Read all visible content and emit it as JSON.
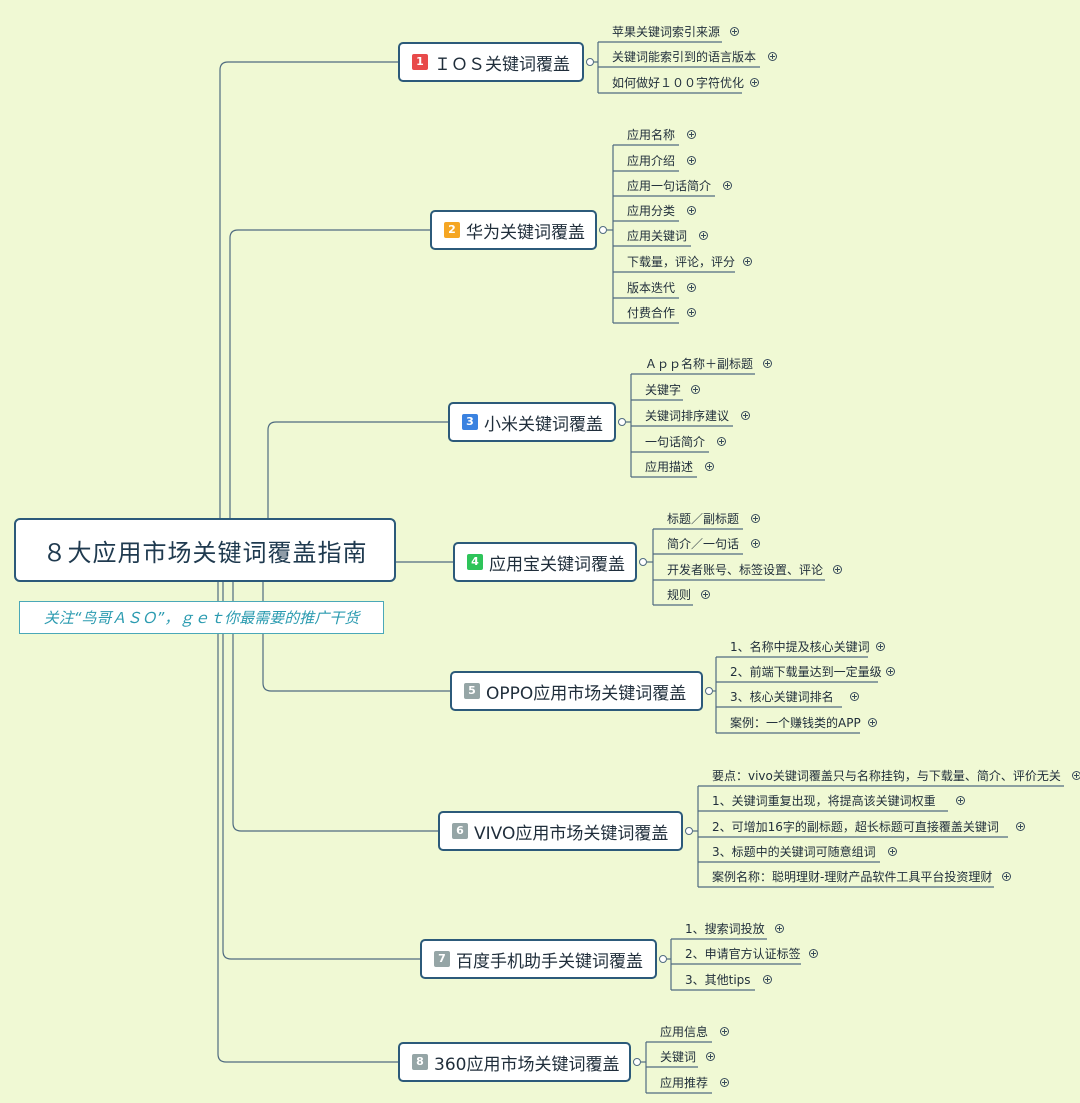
{
  "central_topic": "８大应用市场关键词覆盖指南",
  "subtitle": "关注“鸟哥ＡＳＯ”，ｇｅｔ你最需要的推广干货",
  "colors": {
    "background": "#f0f9d4",
    "line": "#4f6b80",
    "badges": [
      "#e84a4a",
      "#f5a623",
      "#3a82e0",
      "#2ec45a",
      "#95a5a6",
      "#95a5a6",
      "#95a5a6",
      "#95a5a6"
    ]
  },
  "branches": [
    {
      "number": "1",
      "title": "ＩＯＳ关键词覆盖",
      "leaves": [
        "苹果关键词索引来源",
        "关键词能索引到的语言版本",
        "如何做好１００字符优化"
      ]
    },
    {
      "number": "2",
      "title": "华为关键词覆盖",
      "leaves": [
        "应用名称",
        "应用介绍",
        "应用一句话简介",
        "应用分类",
        "应用关键词",
        "下载量，评论，评分",
        "版本迭代",
        "付费合作"
      ]
    },
    {
      "number": "3",
      "title": "小米关键词覆盖",
      "leaves": [
        "Ａｐｐ名称＋副标题",
        "关键字",
        "关键词排序建议",
        "一句话简介",
        "应用描述"
      ]
    },
    {
      "number": "4",
      "title": "应用宝关键词覆盖",
      "leaves": [
        "标题／副标题",
        "简介／一句话",
        "开发者账号、标签设置、评论",
        "规则"
      ]
    },
    {
      "number": "5",
      "title": "OPPO应用市场关键词覆盖",
      "leaves": [
        "1、名称中提及核心关键词",
        "2、前端下载量达到一定量级",
        "3、核心关键词排名",
        "案例：一个赚钱类的APP"
      ]
    },
    {
      "number": "6",
      "title": "VIVO应用市场关键词覆盖",
      "leaves": [
        "要点：vivo关键词覆盖只与名称挂钩，与下载量、简介、评价无关",
        "1、关键词重复出现，将提高该关键词权重",
        "2、可增加16字的副标题，超长标题可直接覆盖关键词",
        "3、标题中的关键词可随意组词",
        "案例名称：聪明理财-理财产品软件工具平台投资理财"
      ]
    },
    {
      "number": "7",
      "title": "百度手机助手关键词覆盖",
      "leaves": [
        "1、搜索词投放",
        "2、申请官方认证标签",
        "3、其他tips"
      ]
    },
    {
      "number": "8",
      "title": "360应用市场关键词覆盖",
      "leaves": [
        "应用信息",
        "关键词",
        "应用推荐"
      ]
    }
  ]
}
